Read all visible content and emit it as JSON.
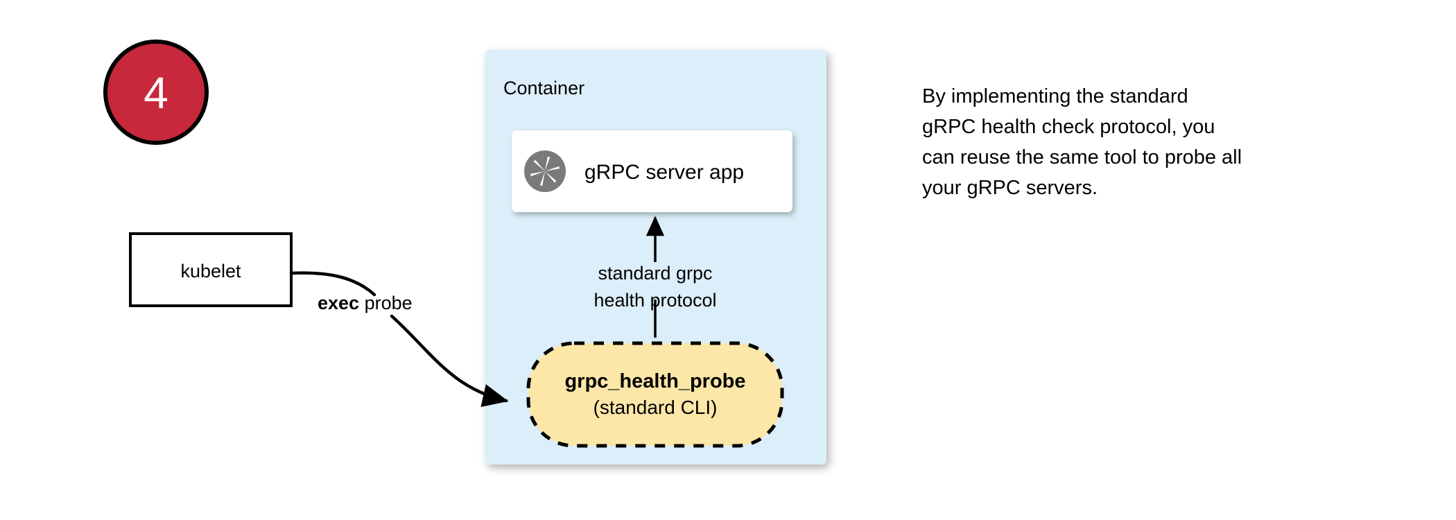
{
  "step": {
    "number": "4",
    "circle_color": "#C8283C",
    "border_color": "#000000",
    "text_color": "#FFFFFF"
  },
  "container": {
    "label": "Container",
    "fill": "#DCEEF9"
  },
  "server_app": {
    "label": "gRPC server app",
    "icon": "grpc-shutter-icon",
    "fill": "#FFFFFF"
  },
  "probe": {
    "title": "grpc_health_probe",
    "subtitle": "(standard CLI)",
    "fill": "#FCE6A8",
    "border_style": "dashed"
  },
  "kubelet": {
    "label": "kubelet",
    "fill": "#FFFFFF",
    "border_color": "#000000"
  },
  "edges": {
    "exec_probe": {
      "bold_part": "exec",
      "rest_part": " probe"
    },
    "health_protocol": {
      "line1": "standard grpc",
      "line2": "health protocol"
    }
  },
  "caption": {
    "line1": "By implementing the standard",
    "line2": "gRPC health check protocol, you",
    "line3": "can reuse the same tool to probe all",
    "line4": "your gRPC servers."
  }
}
